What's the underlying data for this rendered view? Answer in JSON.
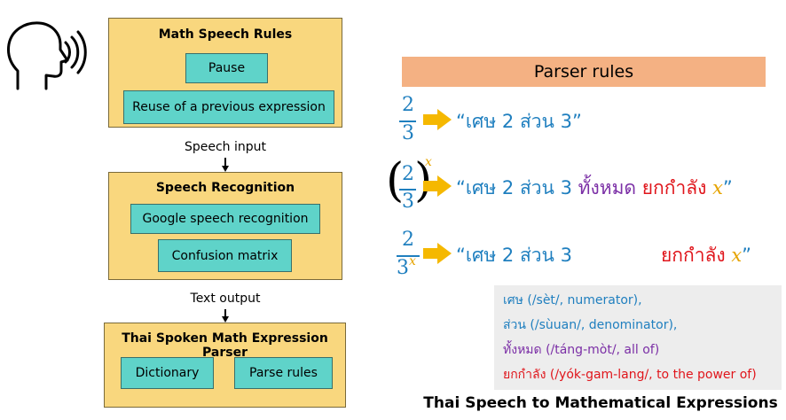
{
  "flow": {
    "panel1": {
      "title": "Math Speech Rules",
      "items": [
        "Pause",
        "Reuse of a previous expression"
      ]
    },
    "label1": "Speech input",
    "panel2": {
      "title": "Speech Recognition",
      "items": [
        "Google speech recognition",
        "Confusion matrix"
      ]
    },
    "label2": "Text output",
    "panel3": {
      "title": "Thai Spoken Math Expression Parser",
      "items": [
        "Dictionary",
        "Parse rules"
      ]
    }
  },
  "parser": {
    "header": "Parser rules",
    "row1": {
      "num": "2",
      "den": "3",
      "phrase": "“เศษ 2 ส่วน 3”"
    },
    "row2": {
      "num": "2",
      "den": "3",
      "exp": "x",
      "p1": "“เศษ 2 ส่วน 3 ",
      "p2": "ทั้งหมด ",
      "p3": "ยกกำลัง ",
      "p4": "x",
      "p5": "”"
    },
    "row3": {
      "num": "2",
      "den": "3",
      "exp": "x",
      "p1": "“เศษ 2 ส่วน 3",
      "p3": "ยกกำลัง ",
      "p4": "x",
      "p5": "”"
    }
  },
  "legend": [
    "เศษ (/sèt/, numerator),",
    "ส่วน (/sùuan/, denominator),",
    "ทั้งหมด (/táng-mòt/, all of)",
    "ยกกำลัง (/yók-gam-lang/, to the power of)"
  ],
  "caption": "Thai Speech to Mathematical Expressions",
  "colors": {
    "panel": "#f9d77e",
    "box": "#5fd3c9",
    "header": "#f4b183",
    "blue": "#1f7fbf",
    "purple": "#7b2fa6",
    "red": "#e0151b",
    "gold": "#e6a400",
    "arrow": "#f5b800"
  }
}
